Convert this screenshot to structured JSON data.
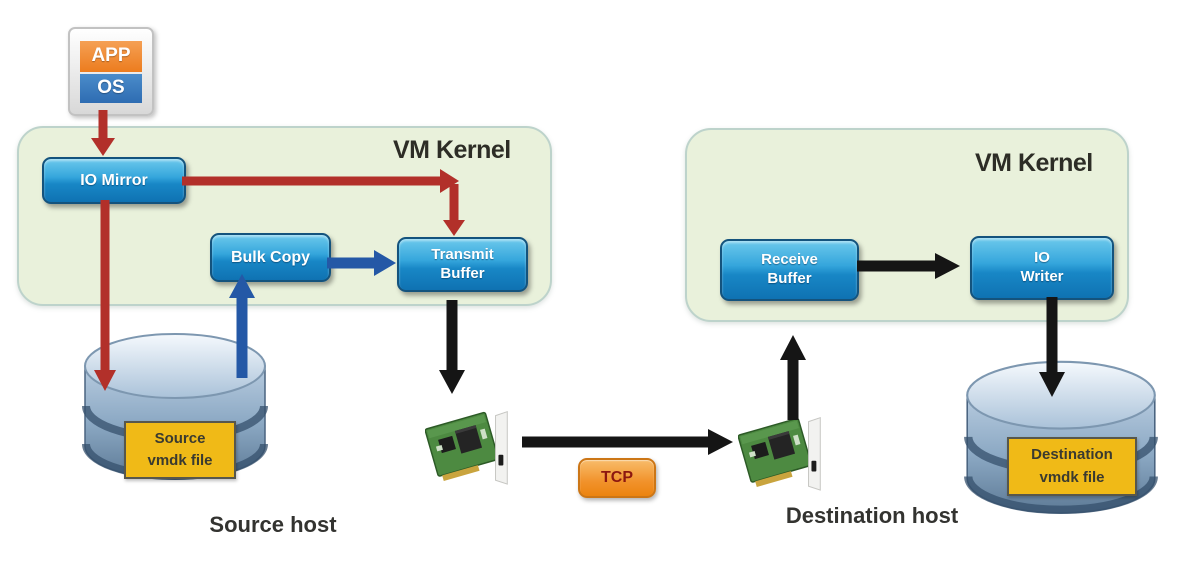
{
  "colors": {
    "arrow-red": "#b2302a",
    "arrow-blue": "#2458a6",
    "arrow-black": "#151515",
    "panel-bg": "#e9f1db",
    "panel-border": "#bdd3cb",
    "box-blue-border": "#14537d",
    "label-yellow": "#f0ba17",
    "tcp-orange": "#f1922b",
    "app-orange": "#ec7c1e",
    "os-blue": "#2e6cb2"
  },
  "app_stack": {
    "app_label": "APP",
    "os_label": "OS"
  },
  "source": {
    "kernel_title": "VM Kernel",
    "io_mirror": "IO Mirror",
    "bulk_copy": "Bulk Copy",
    "transmit_line1": "Transmit",
    "transmit_line2": "Buffer",
    "disk_line1": "Source",
    "disk_line2": "vmdk file",
    "host_label": "Source host"
  },
  "destination": {
    "kernel_title": "VM Kernel",
    "receive_line1": "Receive",
    "receive_line2": "Buffer",
    "writer_line1": "IO",
    "writer_line2": "Writer",
    "disk_line1": "Destination",
    "disk_line2": "vmdk file",
    "host_label": "Destination host"
  },
  "network": {
    "tcp_label": "TCP"
  }
}
